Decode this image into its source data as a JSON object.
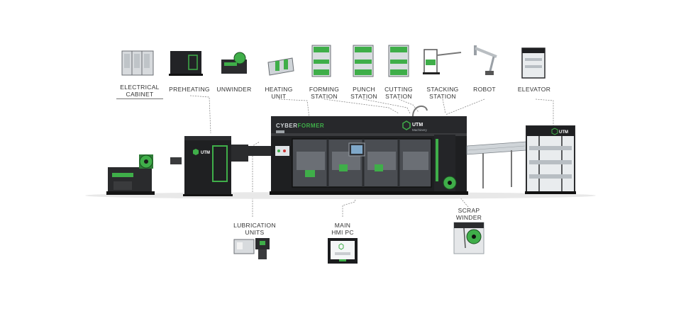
{
  "labels": {
    "electrical_cabinet": [
      "ELECTRICAL",
      "CABINET"
    ],
    "preheating": [
      "PREHEATING"
    ],
    "unwinder": [
      "UNWINDER"
    ],
    "heating_unit": [
      "HEATING",
      "UNIT"
    ],
    "forming_station": [
      "FORMING",
      "STATION"
    ],
    "punch_station": [
      "PUNCH",
      "STATION"
    ],
    "cutting_station": [
      "CUTTING",
      "STATION"
    ],
    "stacking_station": [
      "STACKING",
      "STATION"
    ],
    "robot": [
      "ROBOT"
    ],
    "elevator": [
      "ELEVATOR"
    ],
    "lubrication_units": [
      "LUBRICATION",
      "UNITS"
    ],
    "main_hmi_pc": [
      "MAIN",
      "HMI PC"
    ],
    "scrap_winder": [
      "SCRAP",
      "WINDER"
    ]
  },
  "machine": {
    "brand": "CYBERFORMER",
    "brand_part1": "CYBER",
    "brand_part2": "FORMER",
    "logo_name": "UTM",
    "logo_sub": "Machinery",
    "logo_icon": "utm-hexagon-logo"
  },
  "colors": {
    "accent_green": "#3fae49",
    "machine_dark": "#1e1f21",
    "label_text": "#333333",
    "leader_line": "#777777"
  }
}
